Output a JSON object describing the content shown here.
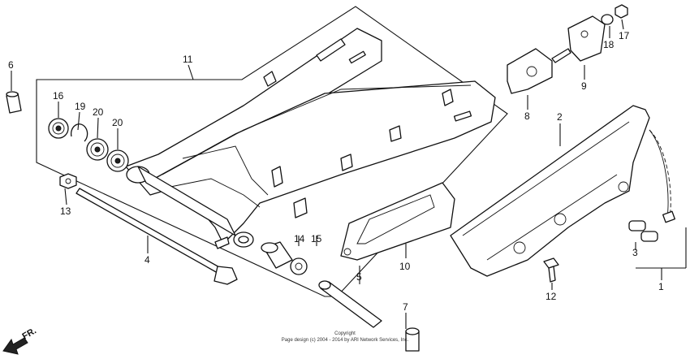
{
  "labels": {
    "p1": "1",
    "p2": "2",
    "p3": "3",
    "p4": "4",
    "p5": "5",
    "p6": "6",
    "p7": "7",
    "p8": "8",
    "p9": "9",
    "p10": "10",
    "p11": "11",
    "p12": "12",
    "p13": "13",
    "p14": "14",
    "p15": "15",
    "p16": "16",
    "p17": "17",
    "p18": "18",
    "p19": "19",
    "p20a": "20",
    "p20b": "20"
  },
  "copyright": {
    "line1": "Copyright",
    "line2": "Page design (c) 2004 - 2014 by ARI Network Services, Inc."
  },
  "direction": "FR."
}
